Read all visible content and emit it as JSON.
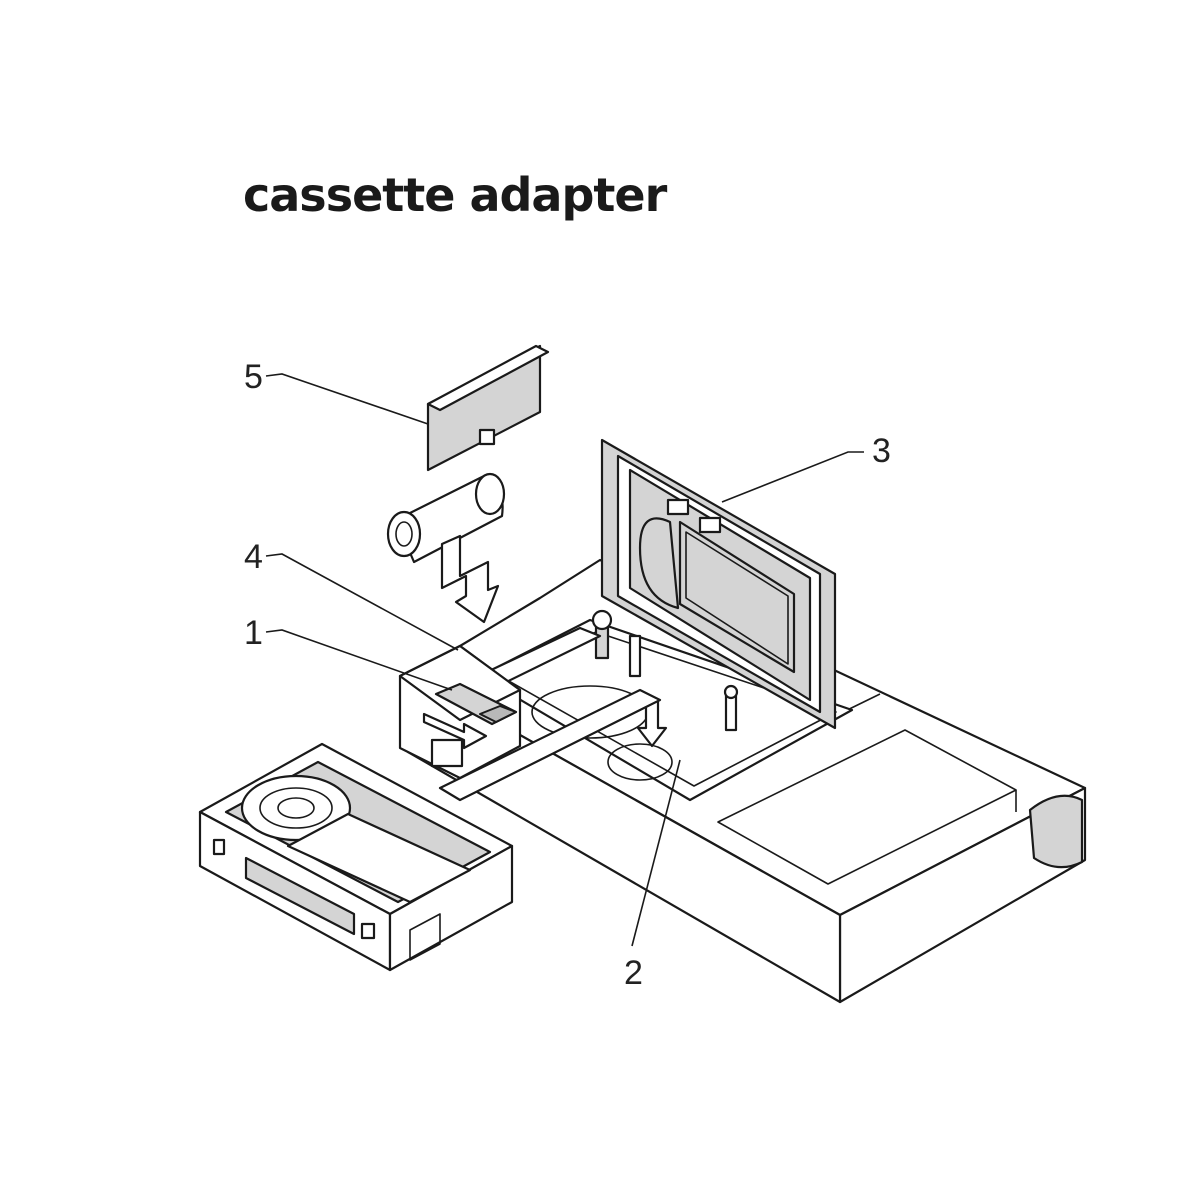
{
  "title": "cassette adapter",
  "callouts": {
    "c1": "1",
    "c2": "2",
    "c3": "3",
    "c4": "4",
    "c5": "5"
  },
  "colors": {
    "line": "#1a1a1a",
    "part_fill": "#d4d4d4",
    "background": "#ffffff"
  }
}
